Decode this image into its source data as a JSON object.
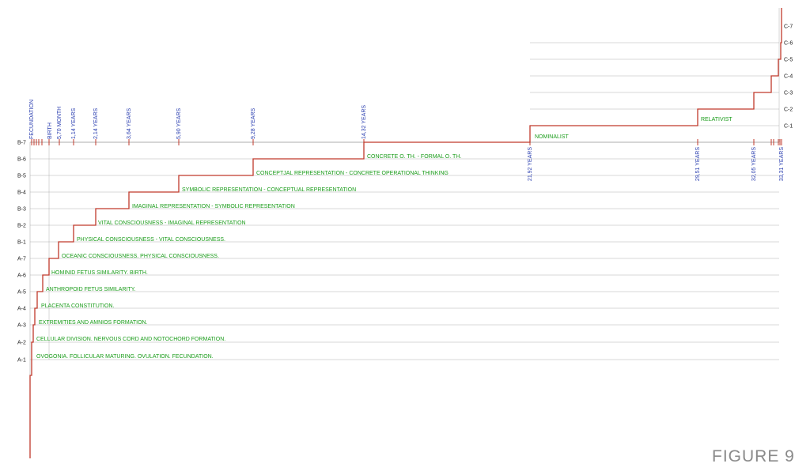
{
  "figure_label": "FIGURE 9",
  "colors": {
    "curve": "#c0392b",
    "segment_text": "#1a9c1a",
    "time_text": "#2b3fb0",
    "grid": "#b0b0b0",
    "level_text": "#222222",
    "figure_text": "#8a8a8a"
  },
  "levels": [
    "A-1",
    "A-2",
    "A-3",
    "A-4",
    "A-5",
    "A-6",
    "A-7",
    "B-1",
    "B-2",
    "B-3",
    "B-4",
    "B-5",
    "B-6",
    "B-7",
    "C-1",
    "C-2",
    "C-3",
    "C-4",
    "C-5",
    "C-6",
    "C-7"
  ],
  "time_markers": [
    "FECUNDATION",
    "BIRTH",
    "5,70 MONTH",
    "1,14 YEARS",
    "2,14 YEARS",
    "3,64 YEARS",
    "5,90 YEARS",
    "9,28 YEARS",
    "14,32 YEARS",
    "21,92 YEARS",
    "29,51 YEARS",
    "32,05 YEARS",
    "33,31 YEARS"
  ],
  "segments": [
    "OVOGONIA. FOLLICULAR MATURING. OVULATION. FECUNDATION.",
    "CELLULAR DIVISION. NERVOUS CORD AND NOTOCHORD FORMATION.",
    "EXTREMITIES AND AMNIOS FORMATION.",
    "PLACENTA CONSTITUTION.",
    "ANTHROPOID FETUS SIMILARITY.",
    "HOMINID FETUS SIMILARITY. BIRTH.",
    "OCEANIC CONSCIOUSNESS. PHYSICAL CONSCIOUSNESS.",
    "PHYSICAL CONSCIOUSNESS - VITAL CONSCIOUSNESS.",
    "VITAL CONSCIOUSNESS - IMAGINAL REPRESENTATION",
    "IMAGINAL REPRESENTATION - SYMBOLIC REPRESENTATION",
    "SYMBOLIC REPRESENTATION - CONCEPTUAL REPRESENTATION",
    "CONCEPTJAL REPRESENTATION - CONCRETE OPERATIONAL THINKING",
    "CONCRETE O. TH. - FORMAL O. TH.",
    "NOMINALIST",
    "RELATIVIST"
  ]
}
